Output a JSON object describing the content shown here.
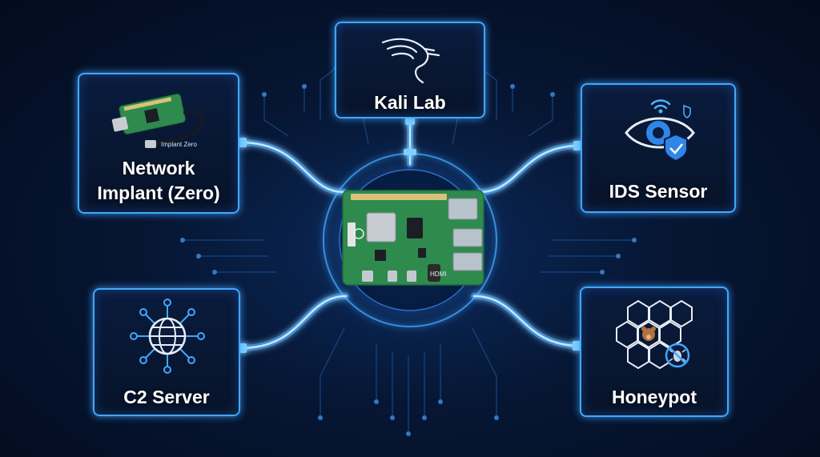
{
  "diagram": {
    "hub": {
      "name": "Raspberry Pi board",
      "port_label": "HDMI"
    },
    "nodes": [
      {
        "id": "kali",
        "label": "Kali Lab",
        "icon": "kali-dragon-icon"
      },
      {
        "id": "implant",
        "label_line1": "Network",
        "label_line2": "Implant (Zero)",
        "icon": "pi-zero-board-icon",
        "icon_caption": "Implant Zero"
      },
      {
        "id": "ids",
        "label": "IDS Sensor",
        "icon": "eye-shield-icon"
      },
      {
        "id": "c2",
        "label": "C2 Server",
        "icon": "globe-network-icon"
      },
      {
        "id": "honey",
        "label": "Honeypot",
        "icon": "honeycomb-icon"
      }
    ],
    "colors": {
      "accent": "#3fa9ff",
      "glow": "#7fd0ff",
      "background": "#061633",
      "board": "#2f8a4e"
    }
  }
}
